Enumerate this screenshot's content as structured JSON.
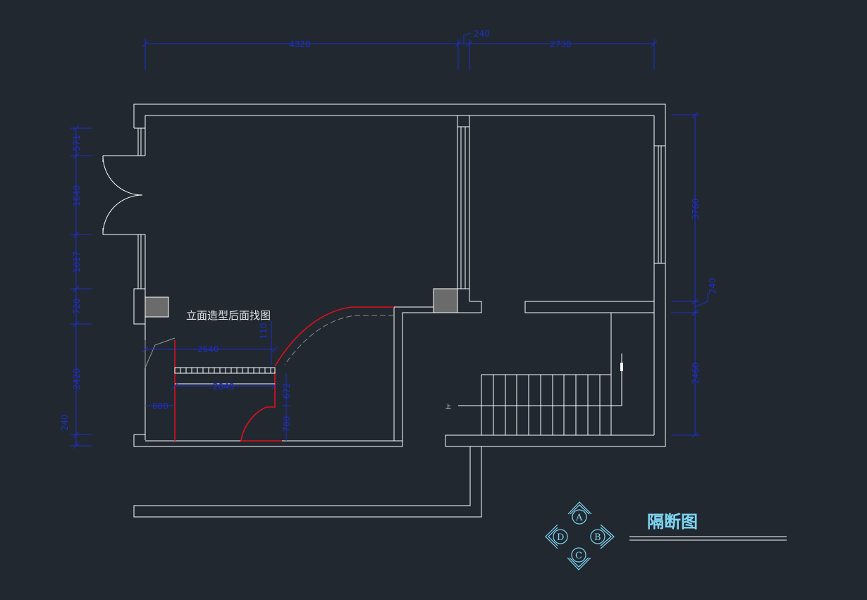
{
  "drawing": {
    "title": "隔断图",
    "note": "立面造型后面找图",
    "compass": {
      "a": "A",
      "b": "B",
      "c": "C",
      "d": "D"
    },
    "top_dims": {
      "left": "4320",
      "mid": "240",
      "right": "2730"
    },
    "left_dims": {
      "d1": "571",
      "d2": "1640",
      "d3": "1017",
      "d4": "720",
      "d5": "2420",
      "d6": "240"
    },
    "right_dims": {
      "d1": "3760",
      "d2": "240",
      "d3": "2460"
    },
    "interior_dims": {
      "d1": "2540",
      "d2": "110",
      "d3": "2040",
      "d4": "600",
      "d5": "672",
      "d6": "700"
    },
    "stair_mark": "上"
  },
  "colors": {
    "background": "#212830",
    "wall": "#ffffff",
    "dimension": "#1e2fc8",
    "partition": "#e0101c",
    "title": "#7fd6f2"
  }
}
